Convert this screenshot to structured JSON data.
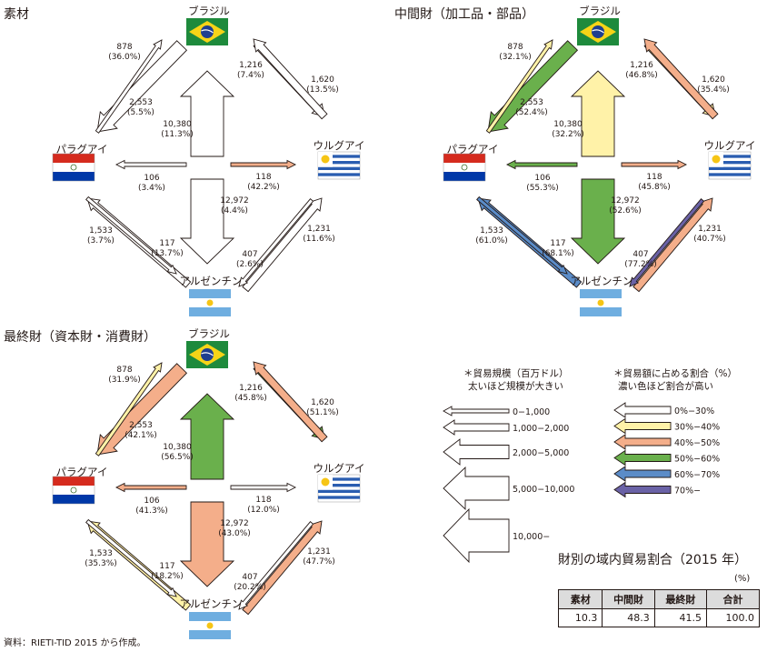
{
  "countries": {
    "brazil": "ブラジル",
    "paraguay": "パラグアイ",
    "uruguay": "ウルグアイ",
    "argentina": "アルゼンチン"
  },
  "panels": [
    {
      "title": "素材",
      "flows": {
        "ar_br": {
          "value": "10,380",
          "share": "(11.3%)",
          "color": "#ffffff"
        },
        "br_ar": {
          "value": "12,972",
          "share": "(4.4%)",
          "color": "#ffffff"
        },
        "br_py": {
          "value": "2,553",
          "share": "(5.5%)",
          "color": "#ffffff"
        },
        "py_br": {
          "value": "878",
          "share": "(36.0%)",
          "color": "#ffffff"
        },
        "br_uy": {
          "value": "1,620",
          "share": "(13.5%)",
          "color": "#ffffff"
        },
        "uy_br": {
          "value": "1,216",
          "share": "(7.4%)",
          "color": "#ffffff"
        },
        "mid_py": {
          "value": "106",
          "share": "(3.4%)",
          "color": "#ffffff"
        },
        "mid_uy": {
          "value": "118",
          "share": "(42.2%)",
          "color": "#f4ae8a"
        },
        "ar_py": {
          "value": "1,533",
          "share": "(3.7%)",
          "color": "#ffffff"
        },
        "py_ar": {
          "value": "117",
          "share": "(13.7%)",
          "color": "#ffffff"
        },
        "ar_uy": {
          "value": "1,231",
          "share": "(11.6%)",
          "color": "#ffffff"
        },
        "uy_ar": {
          "value": "407",
          "share": "(2.6%)",
          "color": "#ffffff"
        }
      }
    },
    {
      "title": "中間財（加工品・部品）",
      "flows": {
        "ar_br": {
          "value": "10,380",
          "share": "(32.2%)",
          "color": "#fff2a8"
        },
        "br_ar": {
          "value": "12,972",
          "share": "(52.6%)",
          "color": "#6ab04c"
        },
        "br_py": {
          "value": "2,553",
          "share": "(52.4%)",
          "color": "#6ab04c"
        },
        "py_br": {
          "value": "878",
          "share": "(32.1%)",
          "color": "#fff2a8"
        },
        "br_uy": {
          "value": "1,620",
          "share": "(35.4%)",
          "color": "#fff2a8"
        },
        "uy_br": {
          "value": "1,216",
          "share": "(46.8%)",
          "color": "#f4ae8a"
        },
        "mid_py": {
          "value": "106",
          "share": "(55.3%)",
          "color": "#6ab04c"
        },
        "mid_uy": {
          "value": "118",
          "share": "(45.8%)",
          "color": "#f4ae8a"
        },
        "ar_py": {
          "value": "1,533",
          "share": "(61.0%)",
          "color": "#5b8cc8"
        },
        "py_ar": {
          "value": "117",
          "share": "(68.1%)",
          "color": "#5b8cc8"
        },
        "ar_uy": {
          "value": "1,231",
          "share": "(40.7%)",
          "color": "#f4ae8a"
        },
        "uy_ar": {
          "value": "407",
          "share": "(77.2%)",
          "color": "#6a62a6"
        }
      }
    },
    {
      "title": "最終財（資本財・消費財）",
      "flows": {
        "ar_br": {
          "value": "10,380",
          "share": "(56.5%)",
          "color": "#6ab04c"
        },
        "br_ar": {
          "value": "12,972",
          "share": "(43.0%)",
          "color": "#f4ae8a"
        },
        "br_py": {
          "value": "2,553",
          "share": "(42.1%)",
          "color": "#f4ae8a"
        },
        "py_br": {
          "value": "878",
          "share": "(31.9%)",
          "color": "#fff2a8"
        },
        "br_uy": {
          "value": "1,620",
          "share": "(51.1%)",
          "color": "#6ab04c"
        },
        "uy_br": {
          "value": "1,216",
          "share": "(45.8%)",
          "color": "#f4ae8a"
        },
        "mid_py": {
          "value": "106",
          "share": "(41.3%)",
          "color": "#f4ae8a"
        },
        "mid_uy": {
          "value": "118",
          "share": "(12.0%)",
          "color": "#ffffff"
        },
        "ar_py": {
          "value": "1,533",
          "share": "(35.3%)",
          "color": "#fff2a8"
        },
        "py_ar": {
          "value": "117",
          "share": "(18.2%)",
          "color": "#ffffff"
        },
        "ar_uy": {
          "value": "1,231",
          "share": "(47.7%)",
          "color": "#f4ae8a"
        },
        "uy_ar": {
          "value": "407",
          "share": "(20.2%)",
          "color": "#ffffff"
        }
      }
    }
  ],
  "legend": {
    "size_title": "＊貿易規模（百万ドル）",
    "size_note": "太いほど規模が大きい",
    "size_items": [
      "0−1,000",
      "1,000−2,000",
      "2,000−5,000",
      "5,000−10,000",
      "10,000−"
    ],
    "color_title": "＊貿易額に占める割合（%）",
    "color_note": "濃い色ほど割合が高い",
    "color_items": [
      {
        "label": "0%−30%",
        "color": "#ffffff"
      },
      {
        "label": "30%−40%",
        "color": "#fff2a8"
      },
      {
        "label": "40%−50%",
        "color": "#f4ae8a"
      },
      {
        "label": "50%−60%",
        "color": "#6ab04c"
      },
      {
        "label": "60%−70%",
        "color": "#5b8cc8"
      },
      {
        "label": "70%−",
        "color": "#6a62a6"
      }
    ]
  },
  "share_table": {
    "title": "財別の域内貿易割合（2015 年）",
    "unit": "(%)",
    "headers": [
      "素材",
      "中間財",
      "最終財",
      "合計"
    ],
    "values": [
      "10.3",
      "48.3",
      "41.5",
      "100.0"
    ]
  },
  "source": "資料：RIETI-TID 2015 から作成。"
}
